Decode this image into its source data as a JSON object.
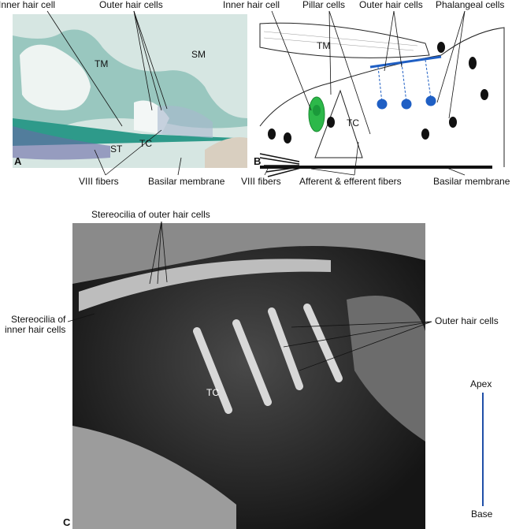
{
  "panel_a": {
    "letter": "A",
    "labels": {
      "inner_hair_cell": "Inner hair cell",
      "outer_hair_cells": "Outer hair cells",
      "tm": "TM",
      "sm": "SM",
      "tc": "TC",
      "st": "ST",
      "viii_fibers": "VIII fibers",
      "basilar_membrane": "Basilar membrane"
    }
  },
  "panel_b": {
    "letter": "B",
    "labels": {
      "inner_hair_cell": "Inner hair cell",
      "pillar_cells": "Pillar cells",
      "outer_hair_cells": "Outer hair cells",
      "phalangeal_cells": "Phalangeal cells",
      "tm": "TM",
      "tc": "TC",
      "viii_fibers": "VIII fibers",
      "afferent_efferent": "Afferent & efferent fibers",
      "basilar_membrane": "Basilar membrane"
    },
    "colors": {
      "inner_hair_cell": "#2db84a",
      "outer_hair_cells": "#1f5fc4"
    }
  },
  "panel_c": {
    "letter": "C",
    "labels": {
      "stereocilia_outer": "Stereocilia of outer hair cells",
      "stereocilia_inner": "Stereocilia of\ninner hair cells",
      "outer_hair_cells": "Outer hair cells",
      "tc": "TC"
    },
    "orientation": {
      "apex": "Apex",
      "base": "Base",
      "color": "#1f4fa8"
    }
  }
}
